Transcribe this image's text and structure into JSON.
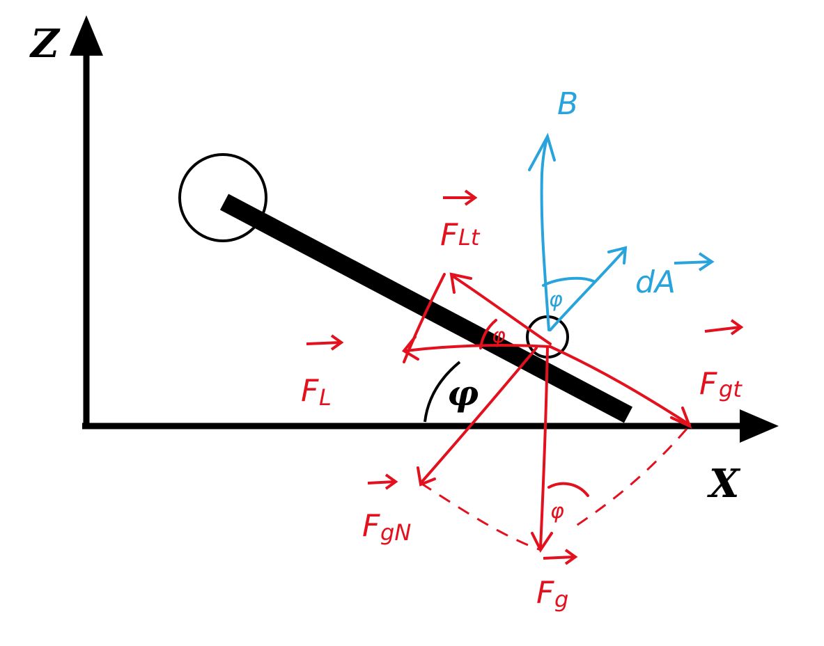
{
  "axes": {
    "z_label": "Z",
    "x_label": "X"
  },
  "angles": {
    "rod_angle": "φ",
    "force_triangle_angle": "φ",
    "field_area_angle": "φ",
    "gravity_angle": "φ"
  },
  "forces": {
    "f_lt": {
      "base": "F",
      "sub": "Lt"
    },
    "f_l": {
      "base": "F",
      "sub": "L"
    },
    "f_gt": {
      "base": "F",
      "sub": "gt"
    },
    "f_gn": {
      "base": "F",
      "sub": "gN"
    },
    "f_g": {
      "base": "F",
      "sub": "g"
    }
  },
  "field": {
    "b_label": "B",
    "area_label": "dA"
  },
  "colors": {
    "red": "#e3101e",
    "blue": "#29a3dc",
    "black": "#000000"
  }
}
